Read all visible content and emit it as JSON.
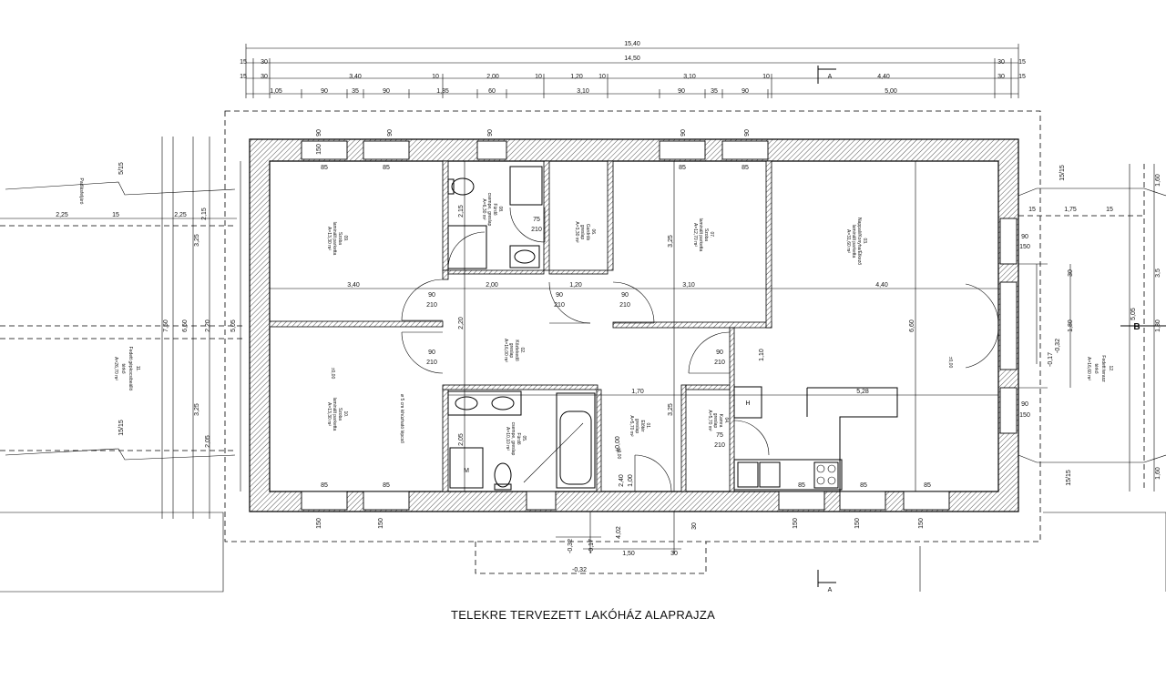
{
  "caption": "TELEKRE TERVEZETT LAKÓHÁZ ALAPRAJZA",
  "section_marks": {
    "a": "A",
    "b": "B"
  },
  "top_dimensions": {
    "total": "15,40",
    "inner": "14,50",
    "end_15": "15",
    "end_30": "30",
    "row2": [
      "3,40",
      "10",
      "2,00",
      "10",
      "1,20",
      "10",
      "3,10",
      "10",
      "4,40"
    ],
    "row3": [
      "1,05",
      "90",
      "35",
      "90",
      "1,35",
      "60",
      "3,10",
      "90",
      "35",
      "90",
      "5,00"
    ]
  },
  "left_dimensions": [
    "7,50",
    "6,60",
    "2,15",
    "3,25",
    "2,20",
    "3,25",
    "2,05",
    "5,05",
    "2,25",
    "2,25",
    "5/15",
    "15/15"
  ],
  "right_dimensions": [
    "1,60",
    "15/15",
    "1,75",
    "15",
    "3,5",
    "30",
    "5,05",
    "1,80",
    "1,80",
    "-0,17",
    "-0,32",
    "1,60",
    "15/15"
  ],
  "interior_dims": [
    "3,40",
    "2,00",
    "1,20",
    "3,10",
    "4,40",
    "1,70",
    "5,28",
    "6,60",
    "3,25",
    "2,05",
    "1,10",
    "3,25",
    "2,20",
    "2,15"
  ],
  "bottom_dimensions": [
    "1,50",
    "30",
    "30",
    "-0,32",
    "-0,17",
    "-0,32",
    "1,00",
    "2,40",
    "4,02",
    "±0,00"
  ],
  "window_labels": [
    "90",
    "150",
    "85",
    "85",
    "150",
    "150"
  ],
  "door_labels": [
    "90",
    "210",
    "75",
    "210",
    "90",
    "210"
  ],
  "rooms": [
    {
      "id": "09.",
      "name": "Szoba",
      "lines": [
        "laminált parketta",
        "A=13,30 m²"
      ]
    },
    {
      "id": "08.",
      "name": "Fürdő",
      "lines": [
        "csempe, greslap",
        "A=6,30 m²"
      ]
    },
    {
      "id": "06.",
      "name": "Gardrób",
      "lines": [
        "greslap",
        "A=3,30 m²"
      ]
    },
    {
      "id": "07.",
      "name": "Szoba",
      "lines": [
        "laminált parketta",
        "A=12,70 m²"
      ]
    },
    {
      "id": "03.",
      "name": "Nappali/Konyha/Étkező",
      "lines": [
        "laminált parketta",
        "A=31,60 m²"
      ]
    },
    {
      "id": "02.",
      "name": "Közlekedő",
      "lines": [
        "greslap",
        "A=16,00 m²"
      ]
    },
    {
      "id": "10.",
      "name": "Szoba",
      "lines": [
        "laminált parketta",
        "A=13,30 m²"
      ]
    },
    {
      "id": "05.",
      "name": "Fürdő",
      "lines": [
        "csempe, greslap",
        "A=10,10 m²"
      ]
    },
    {
      "id": "01.",
      "name": "Előtér",
      "lines": [
        "greslap",
        "A=5,70 m²"
      ]
    },
    {
      "id": "04.",
      "name": "Kamra",
      "lines": [
        "greslap",
        "A=5,70 m²"
      ]
    },
    {
      "id": "11.",
      "name": "Fedett gépkocsibeálló",
      "lines": [
        "térkő",
        "A=26,70 m²"
      ]
    },
    {
      "id": "12.",
      "name": "Fedett terasz",
      "lines": [
        "térkő",
        "A=16,60 m²"
      ]
    }
  ],
  "notes": {
    "attic": "Padlásfeljáró",
    "attic_note": "ø 5 cm kihúzható lépcső",
    "level": "±0,00",
    "m_mark": "M",
    "h_mark": "H"
  }
}
